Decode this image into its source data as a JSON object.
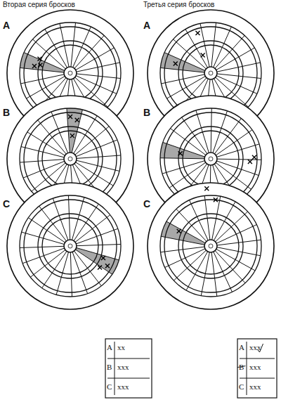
{
  "diagram": {
    "labels": [
      "Вторая серия бросков",
      "Третья серия бросков",
      "A",
      "B",
      "C",
      "A",
      "B",
      "C",
      "A",
      "xx",
      "B",
      "xxx",
      "C",
      "xxx",
      "A",
      "xxx",
      "B",
      "xxx",
      "C",
      "xxx"
    ]
  }
}
